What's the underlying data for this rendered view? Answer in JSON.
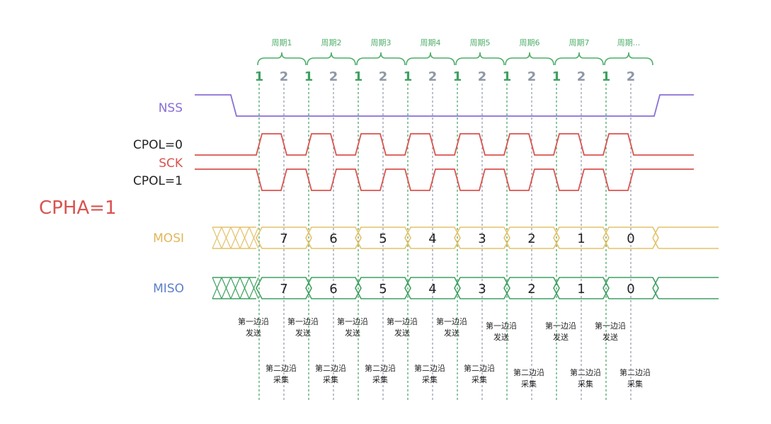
{
  "title": "CPHA=1",
  "signals": {
    "nss": "NSS",
    "cpol0": "CPOL=0",
    "sck": "SCK",
    "cpol1": "CPOL=1",
    "mosi": "MOSI",
    "miso": "MISO"
  },
  "periods": [
    "周期1",
    "周期2",
    "周期3",
    "周期4",
    "周期5",
    "周期6",
    "周期7",
    "周期..."
  ],
  "edge_numbers": {
    "first": "1",
    "second": "2"
  },
  "bits": [
    "7",
    "6",
    "5",
    "4",
    "3",
    "2",
    "1",
    "0"
  ],
  "edge_notes": {
    "first": [
      "第一边沿",
      "发送"
    ],
    "second": [
      "第二边沿",
      "采集"
    ]
  },
  "colors": {
    "nss": "#8a6fd6",
    "sck": "#d9534f",
    "mosi": "#e3c26a",
    "miso": "#3fa160",
    "miso_label": "#5b7fc7",
    "mosi_label": "#e0b75a",
    "first_edge": "#3fa160",
    "second_edge": "#8e97a6",
    "brace": "#4fae6a",
    "title": "#d9534f"
  }
}
